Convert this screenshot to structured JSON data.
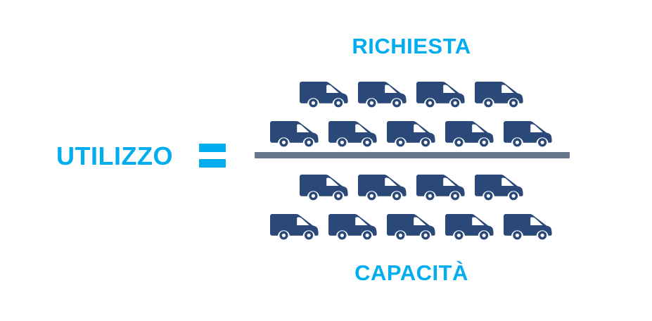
{
  "diagram": {
    "type": "formula-infographic",
    "background_color": "#ffffff",
    "accent_color": "#00adef",
    "icon_color": "#2a4878",
    "rule_color": "#66768c",
    "left_term": "UTILIZZO",
    "operator": "=",
    "fraction": {
      "numerator_label": "RICHIESTA",
      "denominator_label": "CAPACITÀ",
      "numerator": {
        "icon": "van-icon",
        "count": 9,
        "rows": [
          4,
          5
        ]
      },
      "denominator": {
        "icon": "van-icon",
        "count": 9,
        "rows": [
          4,
          5
        ]
      }
    }
  }
}
